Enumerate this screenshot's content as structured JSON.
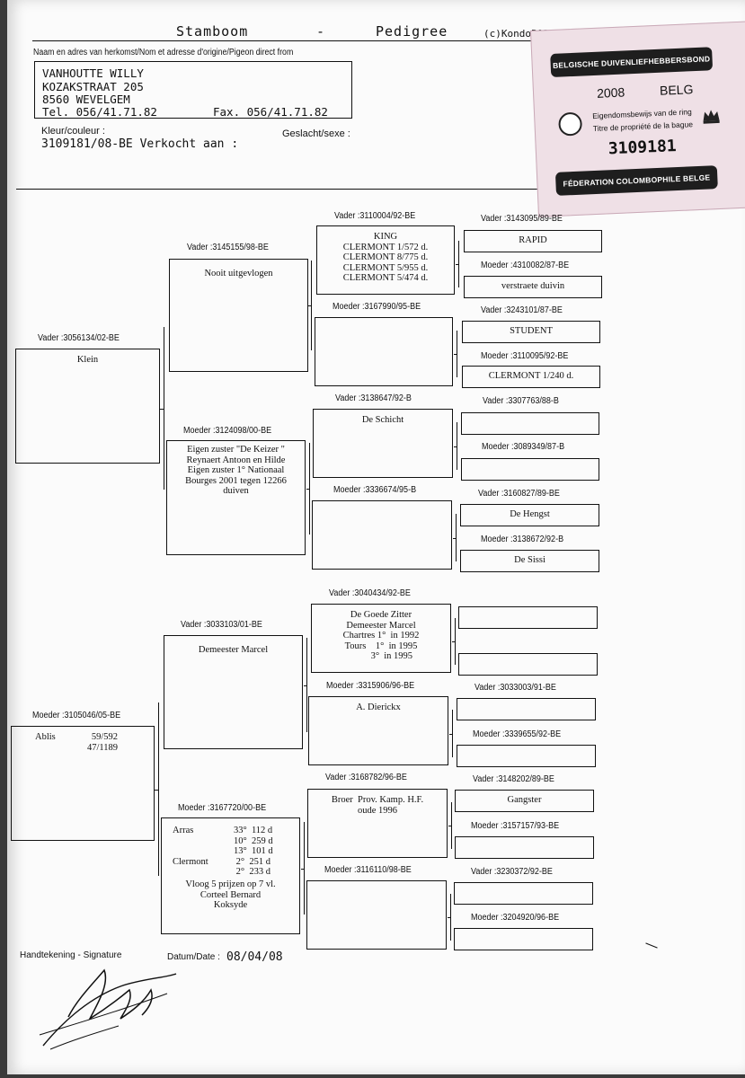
{
  "header": {
    "title_left": "Stamboom",
    "title_dash": "-",
    "title_right": "Pedigree",
    "copyright": "(c)KondoP03",
    "origin_label": "Naam en adres van herkomst/Nom et adresse d'origine/Pigeon direct from",
    "owner": {
      "name": "VANHOUTTE WILLY",
      "street": "KOZAKSTRAAT 205",
      "city": "8560 WEVELGEM",
      "tel": "Tel. 056/41.71.82",
      "fax": "Fax. 056/41.71.82"
    },
    "color_label": "Kleur/couleur :",
    "sex_label": "Geslacht/sexe :",
    "ring_sold": "3109181/08-BE Verkocht aan :"
  },
  "stamp": {
    "top": "BELGISCHE DUIVENLIEFHEBBERSBOND",
    "year": "2008",
    "country": "BELG",
    "line1": "Eigendomsbewijs van de ring",
    "line2": "Titre de propriété de la bague",
    "number": "3109181",
    "bottom": "FÉDERATION COLOMBOPHILE BELGE"
  },
  "tree": {
    "g1": [
      {
        "label": "Vader :3056134/02-BE",
        "text": "Klein"
      },
      {
        "label": "Moeder :3105046/05-BE",
        "left": "Ablis",
        "right": "59/592\n47/1189"
      }
    ],
    "g2": [
      {
        "label": "Vader :3145155/98-BE",
        "text": "Nooit uitgevlogen"
      },
      {
        "label": "Moeder :3124098/00-BE",
        "text": "Eigen zuster \"De Keizer \"\nReynaert Antoon en Hilde\nEigen zuster 1° Nationaal\nBourges 2001 tegen 12266\nduiven"
      },
      {
        "label": "Vader :3033103/01-BE",
        "text": "Demeester Marcel"
      },
      {
        "label": "Moeder :3167720/00-BE",
        "left": "Arras\n\n\nClermont",
        "right": "33°  112 d\n10°  259 d\n13°  101 d\n 2°  251 d\n 2°  233 d",
        "bottom": "Vloog 5 prijzen op 7 vl.\nCorteel Bernard\nKoksyde"
      }
    ],
    "g3": [
      {
        "label": "Vader :3110004/92-BE",
        "text": "KING\nCLERMONT 1/572 d.\nCLERMONT 8/775 d.\nCLERMONT 5/955 d.\nCLERMONT 5/474 d."
      },
      {
        "label": "Moeder :3167990/95-BE",
        "text": ""
      },
      {
        "label": "Vader :3138647/92-B",
        "text": "De Schicht"
      },
      {
        "label": "Moeder :3336674/95-B",
        "text": ""
      },
      {
        "label": "Vader :3040434/92-BE",
        "text": "De Goede Zitter\nDemeester Marcel\nChartres 1°  in 1992\nTours    1°  in 1995\n         3°  in 1995"
      },
      {
        "label": "Moeder :3315906/96-BE",
        "text": "A. Dierickx"
      },
      {
        "label": "Vader :3168782/96-BE",
        "text": "Broer  Prov. Kamp. H.F.\noude 1996"
      },
      {
        "label": "Moeder :3116110/98-BE",
        "text": ""
      }
    ],
    "g4": [
      {
        "label": "Vader :3143095/89-BE",
        "text": "RAPID"
      },
      {
        "label": "Moeder :4310082/87-BE",
        "text": "verstraete duivin"
      },
      {
        "label": "Vader :3243101/87-BE",
        "text": "STUDENT"
      },
      {
        "label": "Moeder :3110095/92-BE",
        "text": "CLERMONT 1/240 d."
      },
      {
        "label": "Vader :3307763/88-B",
        "text": ""
      },
      {
        "label": "Moeder :3089349/87-B",
        "text": ""
      },
      {
        "label": "Vader :3160827/89-BE",
        "text": "De Hengst"
      },
      {
        "label": "Moeder :3138672/92-B",
        "text": "De Sissi"
      },
      {
        "label": "",
        "text": ""
      },
      {
        "label": "",
        "text": ""
      },
      {
        "label": "Vader :3033003/91-BE",
        "text": ""
      },
      {
        "label": "Moeder :3339655/92-BE",
        "text": ""
      },
      {
        "label": "Vader :3148202/89-BE",
        "text": "Gangster"
      },
      {
        "label": "Moeder :3157157/93-BE",
        "text": ""
      },
      {
        "label": "Vader :3230372/92-BE",
        "text": ""
      },
      {
        "label": "Moeder :3204920/96-BE",
        "text": ""
      }
    ]
  },
  "footer": {
    "signature_label": "Handtekening - Signature",
    "date_label": "Datum/Date :",
    "date_value": "08/04/08"
  }
}
